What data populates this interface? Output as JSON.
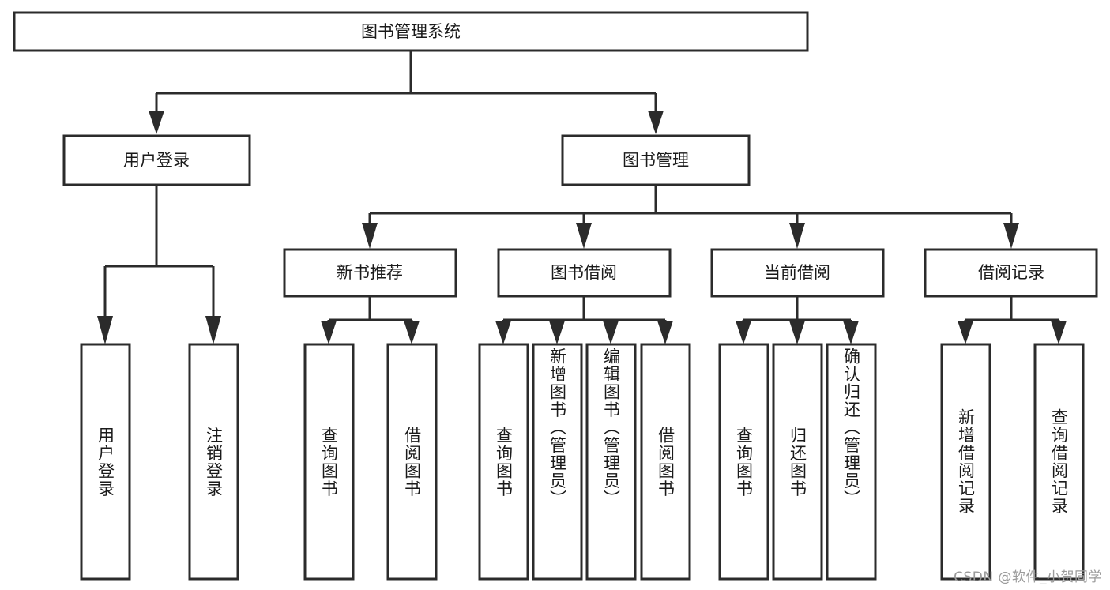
{
  "diagram": {
    "title": "图书管理系统",
    "type": "tree",
    "root": {
      "id": "root",
      "label": "图书管理系统"
    },
    "level2": [
      {
        "id": "user-login",
        "label": "用户登录"
      },
      {
        "id": "book-manage",
        "label": "图书管理"
      }
    ],
    "level3": [
      {
        "id": "new-book-recommend",
        "label": "新书推荐",
        "parent": "book-manage"
      },
      {
        "id": "book-borrow",
        "label": "图书借阅",
        "parent": "book-manage"
      },
      {
        "id": "current-borrow",
        "label": "当前借阅",
        "parent": "book-manage"
      },
      {
        "id": "borrow-record",
        "label": "借阅记录",
        "parent": "book-manage"
      }
    ],
    "leaves": [
      {
        "id": "leaf-user-login",
        "label": "用户登录",
        "parent": "user-login"
      },
      {
        "id": "leaf-logout-login",
        "label": "注销登录",
        "parent": "user-login"
      },
      {
        "id": "leaf-query-book-1",
        "label": "查询图书",
        "parent": "new-book-recommend"
      },
      {
        "id": "leaf-borrow-book-1",
        "label": "借阅图书",
        "parent": "new-book-recommend"
      },
      {
        "id": "leaf-query-book-2",
        "label": "查询图书",
        "parent": "book-borrow"
      },
      {
        "id": "leaf-add-book",
        "label": "新增图书（管理员）",
        "parent": "book-borrow"
      },
      {
        "id": "leaf-edit-book",
        "label": "编辑图书（管理员）",
        "parent": "book-borrow"
      },
      {
        "id": "leaf-borrow-book-2",
        "label": "借阅图书",
        "parent": "book-borrow"
      },
      {
        "id": "leaf-query-book-3",
        "label": "查询图书",
        "parent": "current-borrow"
      },
      {
        "id": "leaf-return-book",
        "label": "归还图书",
        "parent": "current-borrow"
      },
      {
        "id": "leaf-confirm-return",
        "label": "确认归还（管理员）",
        "parent": "current-borrow"
      },
      {
        "id": "leaf-add-record",
        "label": "新增借阅记录",
        "parent": "borrow-record"
      },
      {
        "id": "leaf-query-record",
        "label": "查询借阅记录",
        "parent": "borrow-record"
      }
    ],
    "colors": {
      "stroke": "#2b2b2b",
      "box_fill": "#ffffff",
      "text": "#1a1a1a",
      "background": "#ffffff",
      "watermark": "#9b9b9b"
    }
  },
  "watermark": {
    "text": "CSDN @软件_小贺同学"
  }
}
